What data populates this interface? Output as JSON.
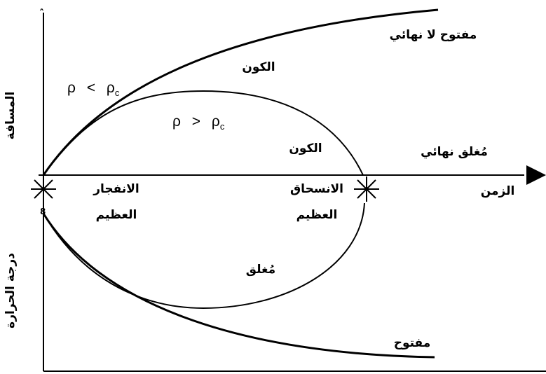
{
  "axes": {
    "time_label": "الزمن",
    "distance_label": "المسافة",
    "temperature_label": "درجة الحرارة"
  },
  "events": {
    "big_bang_line1": "الانفجار",
    "big_bang_line2": "العظيم",
    "big_crunch_line1": "الانسحاق",
    "big_crunch_line2": "العظيم"
  },
  "distance_curves": {
    "open_label": "مفتوح لا نهائي",
    "open_universe": "الكون",
    "open_condition": {
      "symbol": "ρ",
      "relation": "<",
      "critical": "ρ",
      "subscript": "c"
    },
    "closed_label": "مُغلق نهائي",
    "closed_universe": "الكون",
    "closed_condition": {
      "symbol": "ρ",
      "relation": ">",
      "critical": "ρ",
      "subscript": "c"
    }
  },
  "temperature_curves": {
    "closed_label": "مُغلق",
    "open_label": "مفتوح"
  },
  "colors": {
    "ink": "#000000",
    "background": "#ffffff"
  }
}
